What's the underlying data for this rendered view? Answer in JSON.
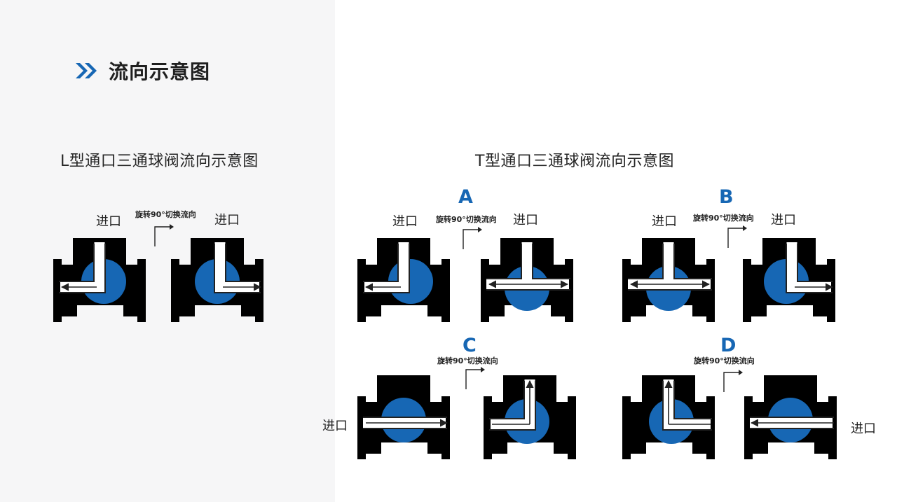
{
  "header": {
    "title": "流向示意图",
    "icon": "double-chevron-icon",
    "accent": "#1767b4"
  },
  "l_type": {
    "title": "L型通口三通球阀流向示意图",
    "inlet_left": "进口",
    "inlet_right": "进口",
    "rotate": "旋转90°切换流向"
  },
  "t_type": {
    "title": "T型通口三通球阀流向示意图",
    "modes": [
      {
        "id": "A",
        "inlet_left": "进口",
        "inlet_right": "进口",
        "rotate": "旋转90°切换流向"
      },
      {
        "id": "B",
        "inlet_left": "进口",
        "inlet_right": "进口",
        "rotate": "旋转90°切换流向"
      },
      {
        "id": "C",
        "inlet": "进口",
        "rotate": "旋转90°切换流向"
      },
      {
        "id": "D",
        "inlet": "进口",
        "rotate": "旋转90°切换流向"
      }
    ]
  },
  "colors": {
    "ball": "#1767b4",
    "line": "#222222"
  }
}
